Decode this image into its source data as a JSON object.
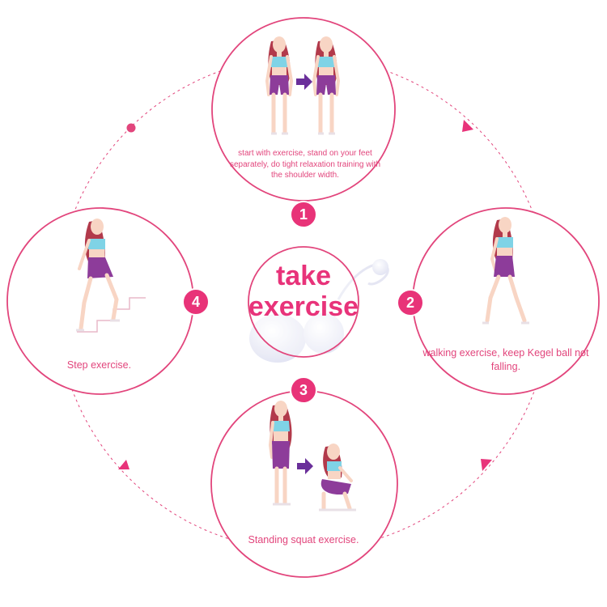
{
  "center": {
    "line1": "take",
    "line2": "exercise"
  },
  "steps": [
    {
      "number": "1",
      "caption": "start with exercise, stand on your feet separately, do tight relaxation training with the shoulder width."
    },
    {
      "number": "2",
      "caption": "walking exercise, keep Kegel ball not falling."
    },
    {
      "number": "3",
      "caption": "Standing squat exercise."
    },
    {
      "number": "4",
      "caption": "Step exercise."
    }
  ],
  "colors": {
    "accent": "#e83378",
    "ring": "#e2457c",
    "arrow": "#6a2f9a",
    "top": "#7fd3e6",
    "shorts": "#8d3c9a",
    "hair": "#b23a4b",
    "skin": "#f8d5c4"
  }
}
